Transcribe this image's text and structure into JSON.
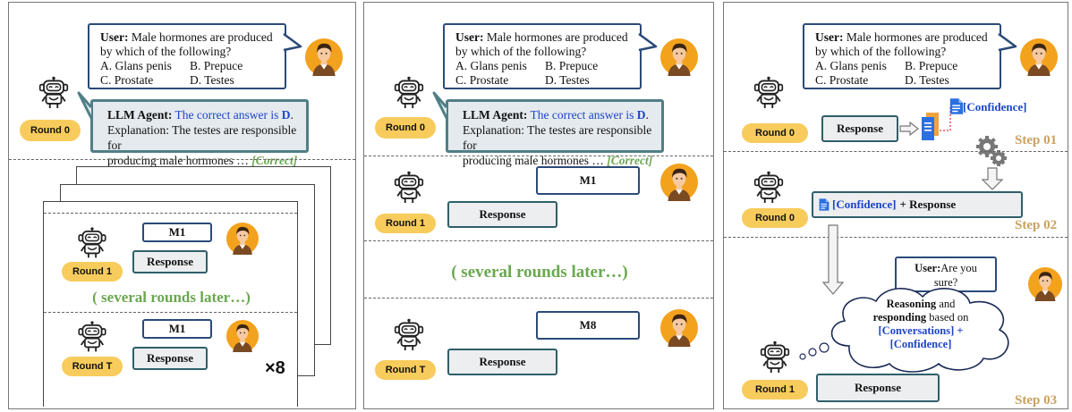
{
  "question": {
    "speaker": "User:",
    "line1": "Male hormones are produced",
    "line2": "by which of the following?",
    "opt_a": "A. Glans penis",
    "opt_b": "B. Prepuce",
    "opt_c": "C. Prostate",
    "opt_d": "D. Testes"
  },
  "agent": {
    "speaker": "LLM Agent:",
    "answer_prefix": "The correct answer is",
    "answer_letter": "D",
    "line2": "Explanation: The testes are responsible for",
    "line3": "producing male hormones …",
    "tag": "[Correct]"
  },
  "labels": {
    "round0": "Round 0",
    "round1": "Round 1",
    "roundT": "Round T",
    "m1": "M1",
    "m8": "M8",
    "response": "Response",
    "later": "( several rounds later…)",
    "times": "×8",
    "confidence": "[Confidence]",
    "plus_response": "+ Response",
    "user_sure_speaker": "User:",
    "user_sure_text1": "Are you",
    "user_sure_text2": "sure?",
    "think_l1_b": "Reasoning",
    "think_l1_r": " and",
    "think_l2_b": "responding",
    "think_l2_r": " based on",
    "think_l3": "[Conversations] +",
    "think_l4": "[Confidence]",
    "step1": "Step 01",
    "step2": "Step 02",
    "step3": "Step 03"
  },
  "colors": {
    "blue": "#1d44c9",
    "green": "#6aa84f",
    "step": "#c9a15e",
    "pill": "#f8cc5c"
  }
}
